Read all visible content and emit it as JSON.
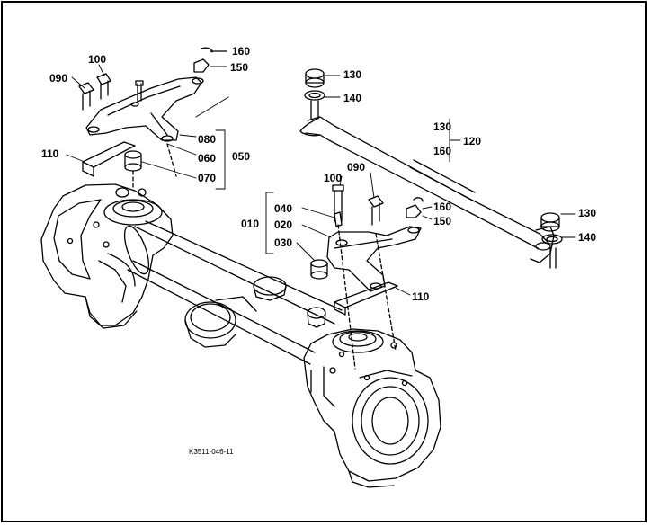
{
  "diagram": {
    "drawing_code": "K3511-046-11",
    "callouts": {
      "left_090": "090",
      "left_100": "100",
      "left_110": "110",
      "left_160": "160",
      "left_150": "150",
      "left_080": "080",
      "left_060": "060",
      "left_070": "070",
      "left_050": "050",
      "right_130_top": "130",
      "right_140_top": "140",
      "right_130_group": "130",
      "right_160_group": "160",
      "right_120": "120",
      "right_100": "100",
      "right_090": "090",
      "right_040": "040",
      "right_020": "020",
      "right_010": "010",
      "right_030": "030",
      "right_160": "160",
      "right_150": "150",
      "right_110": "110",
      "right_130_end": "130",
      "right_140_end": "140"
    }
  }
}
